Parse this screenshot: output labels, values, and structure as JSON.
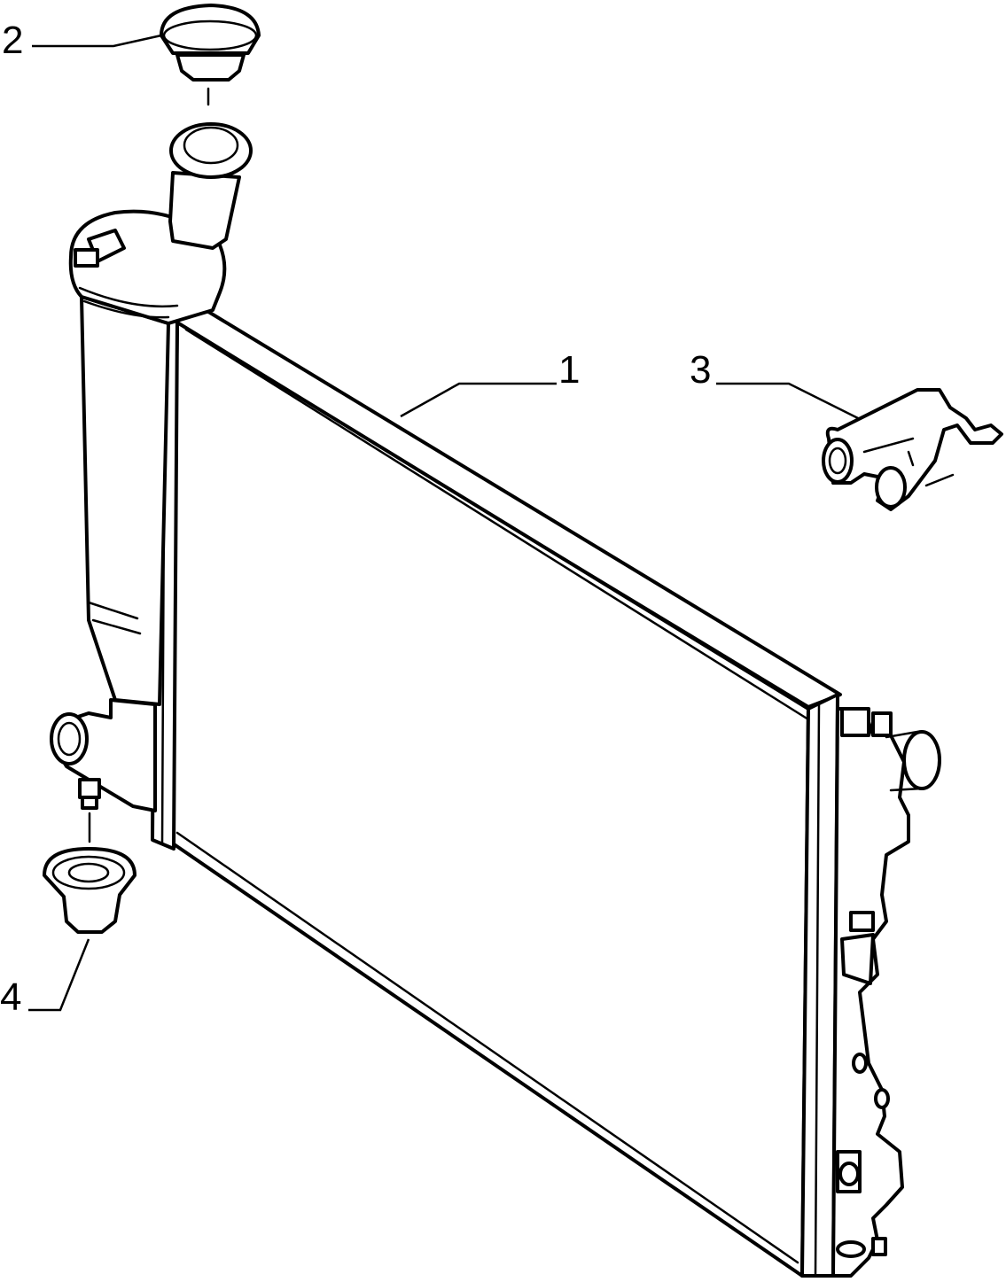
{
  "diagram": {
    "callouts": [
      {
        "id": "1",
        "label": "1"
      },
      {
        "id": "2",
        "label": "2"
      },
      {
        "id": "3",
        "label": "3"
      },
      {
        "id": "4",
        "label": "4"
      }
    ],
    "parts": [
      {
        "callout": "1",
        "name": "radiator"
      },
      {
        "callout": "2",
        "name": "expansion-tank-cap"
      },
      {
        "callout": "3",
        "name": "mounting-bracket"
      },
      {
        "callout": "4",
        "name": "rubber-mount"
      }
    ],
    "colors": {
      "line": "#000000",
      "background": "#ffffff"
    }
  }
}
